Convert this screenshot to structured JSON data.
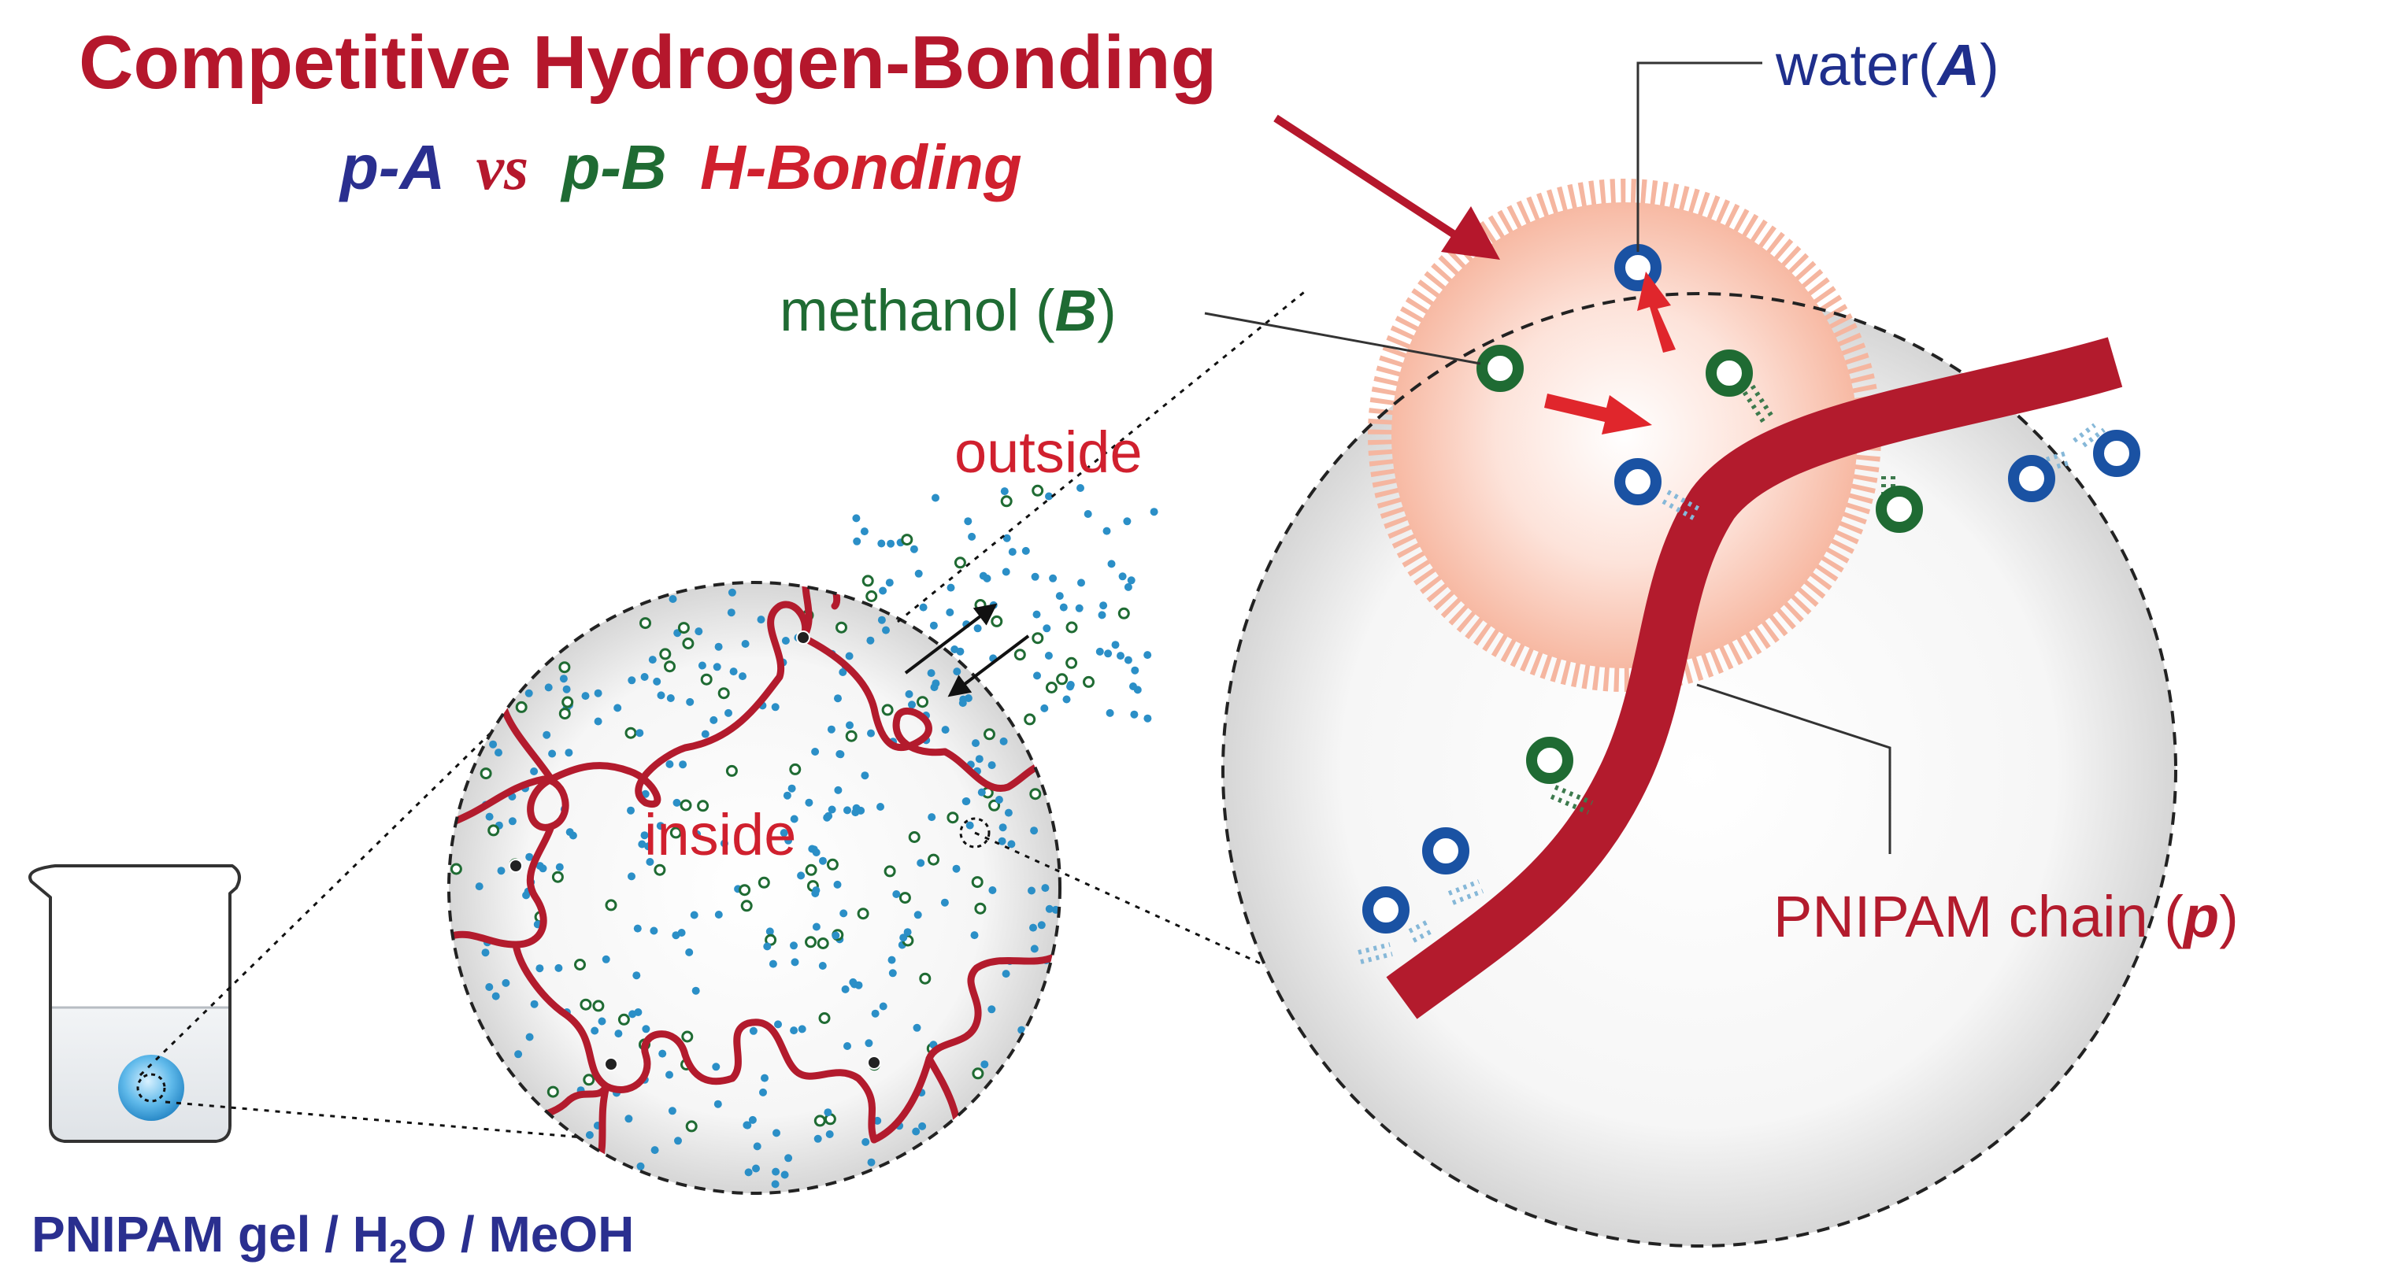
{
  "title": "Competitive Hydrogen-Bonding",
  "subtitle": {
    "part_a": "p-A",
    "vs": "vs",
    "part_b": "p-B",
    "part_c": "H-Bonding"
  },
  "labels": {
    "water_prefix": "water(",
    "water_symbol": "A",
    "water_suffix": ")",
    "methanol_prefix": "methanol (",
    "methanol_symbol": "B",
    "methanol_suffix": ")",
    "outside": "outside",
    "inside": "inside",
    "chain_prefix": "PNIPAM chain (",
    "chain_symbol": "p",
    "chain_suffix": ")"
  },
  "caption": {
    "prefix": "PNIPAM gel / H",
    "subscript": "2",
    "suffix": "O / MeOH"
  },
  "colors": {
    "title_red": "#b5172c",
    "water_blue": "#1a52a3",
    "methanol_green": "#1f6b33",
    "label_navy": "#1f2f8c",
    "chain_red": "#b31b2d",
    "dot_blue": "#2b8fc7",
    "arrow_red": "#e0262c"
  }
}
